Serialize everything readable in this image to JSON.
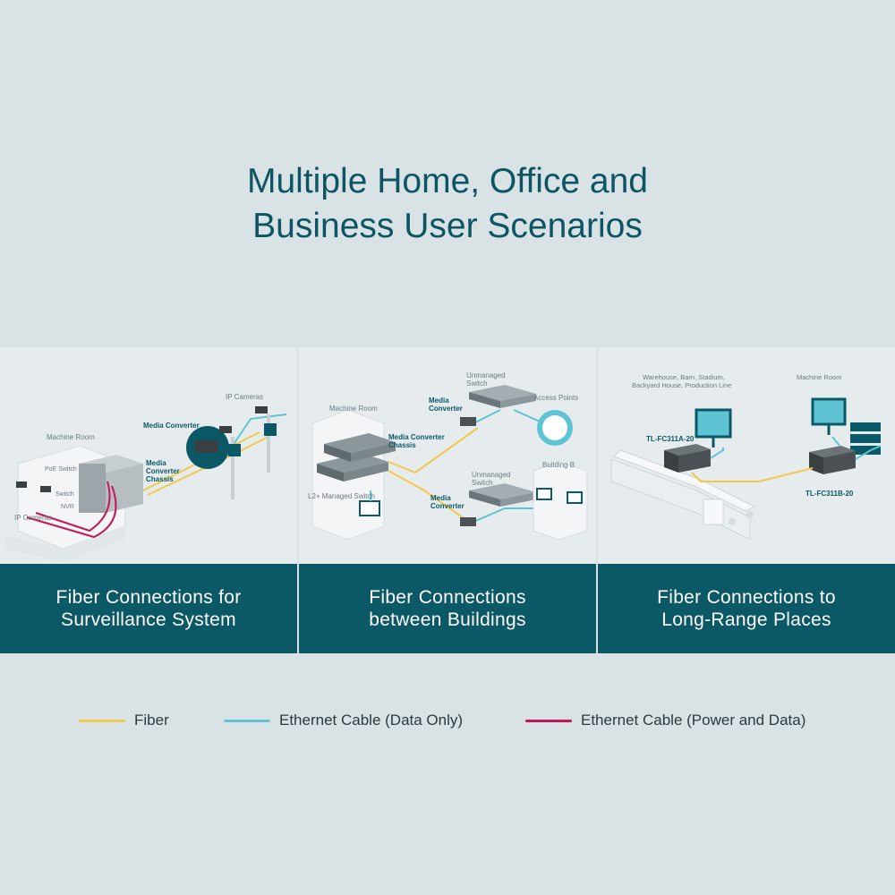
{
  "title": {
    "line1": "Multiple Home, Office and",
    "line2": "Business User Scenarios"
  },
  "colors": {
    "fiber": "#f2c94c",
    "ethernet_data": "#5ec4d4",
    "ethernet_power": "#c2185b",
    "caption_bg": "#0b5866",
    "title": "#0d5563"
  },
  "panels": [
    {
      "caption": [
        "Fiber Connections for",
        "Surveillance System"
      ],
      "labels": {
        "machine_room": "Machine Room",
        "ip_cameras_top": "IP Cameras",
        "media_converter": "Media Converter",
        "poe_switch": "PoE Switch",
        "switch": "Switch",
        "nvr": "NVR",
        "chassis_1": "Media",
        "chassis_2": "Converter",
        "chassis_3": "Chassis",
        "ip_cameras_bottom": "IP Cameras"
      }
    },
    {
      "caption": [
        "Fiber Connections",
        "between Buildings"
      ],
      "labels": {
        "unmanaged_switch_top_1": "Unmanaged",
        "unmanaged_switch_top_2": "Switch",
        "media_converter_top_1": "Media",
        "media_converter_top_2": "Converter",
        "access_points": "Access Points",
        "machine_room": "Machine Room",
        "chassis_1": "Media Converter",
        "chassis_2": "Chassis",
        "building_b": "Building B",
        "unmanaged_switch_bottom_1": "Unmanaged",
        "unmanaged_switch_bottom_2": "Switch",
        "l2_switch": "L2+ Managed Switch",
        "media_converter_bottom_1": "Media",
        "media_converter_bottom_2": "Converter"
      }
    },
    {
      "caption": [
        "Fiber Connections to",
        "Long-Range Places"
      ],
      "labels": {
        "places_1": "Warehouse, Barn, Stadium,",
        "places_2": "Backyard House, Production Line",
        "machine_room": "Machine Room",
        "model_a": "TL-FC311A-20",
        "model_b": "TL-FC311B-20"
      }
    }
  ],
  "legend": [
    {
      "label": "Fiber",
      "color": "#f2c94c"
    },
    {
      "label": "Ethernet Cable (Data Only)",
      "color": "#5ec4d4"
    },
    {
      "label": "Ethernet Cable (Power and Data)",
      "color": "#c2185b"
    }
  ]
}
